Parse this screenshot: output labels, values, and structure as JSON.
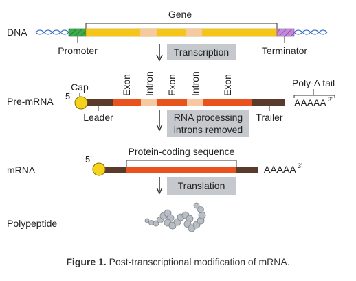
{
  "dna": {
    "row_label": "DNA",
    "gene_label": "Gene",
    "promoter_label": "Promoter",
    "terminator_label": "Terminator"
  },
  "transcription": {
    "label": "Transcription"
  },
  "pre_mrna": {
    "row_label": "Pre-mRNA",
    "five_prime": "5'",
    "cap_label": "Cap",
    "segments": [
      "Exon",
      "Intron",
      "Exon",
      "Intron",
      "Exon"
    ],
    "leader_label": "Leader",
    "trailer_label": "Trailer",
    "poly_a_label": "Poly-A tail",
    "poly_a_seq": "AAAAA",
    "three_prime": "3'"
  },
  "rna_processing": {
    "line1": "RNA processing",
    "line2": "introns removed"
  },
  "mrna": {
    "row_label": "mRNA",
    "five_prime": "5'",
    "coding_label": "Protein-coding sequence",
    "poly_a_seq": "AAAAA",
    "three_prime": "3'"
  },
  "translation": {
    "label": "Translation"
  },
  "polypeptide": {
    "row_label": "Polypeptide"
  },
  "caption": {
    "figure": "Figure 1.",
    "text": "Post-transcriptional modification of mRNA."
  },
  "colors": {
    "gene_yellow": "#f5c518",
    "intron_peach": "#f6c9a0",
    "promoter_green": "#3aaa4a",
    "terminator_purple": "#b07cc6",
    "helix_blue": "#3b6fc4",
    "exon_orange": "#e8531d",
    "utr_brown": "#5a3a2a",
    "cap_yellow": "#f6d21a",
    "box_gray": "#c5c8cc",
    "peptide_gray": "#b9bec4"
  }
}
